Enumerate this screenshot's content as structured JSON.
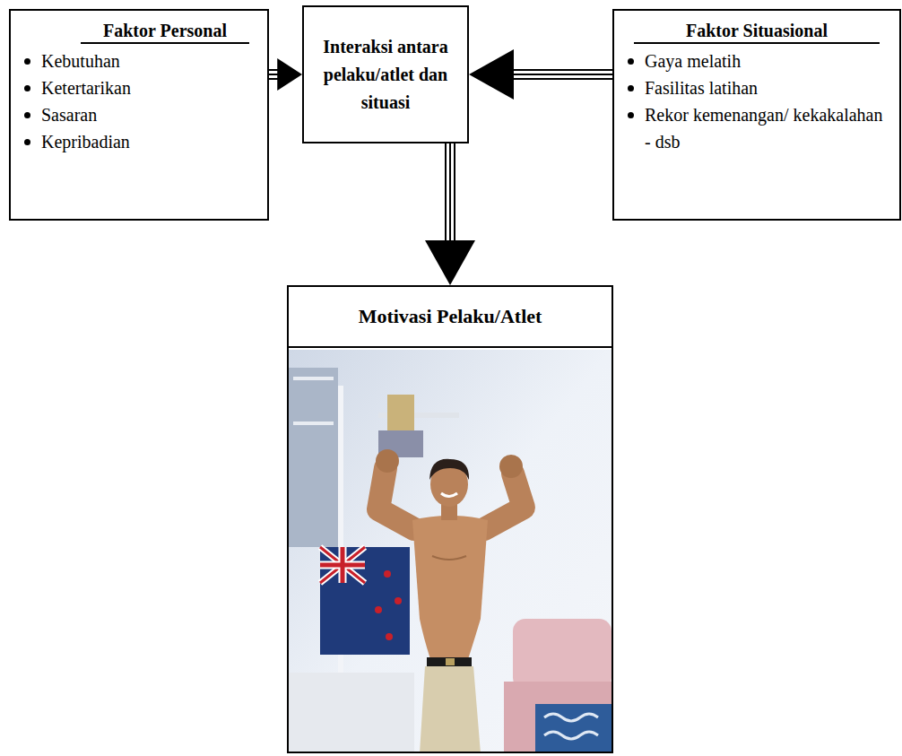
{
  "diagram": {
    "nodes": [
      {
        "text": [
          "Faktor Personal",
          "Kebutuhan",
          "Ketertarikan",
          "Sasaran",
          "Kepribadian"
        ]
      },
      {
        "text": [
          "Interaksi antara pelaku/atlet dan situasi"
        ]
      },
      {
        "text": [
          "Faktor Situasional",
          "Gaya melatih",
          "Fasilitas latihan",
          "Rekor kemenangan/ kekakalahan - dsb"
        ]
      },
      {
        "text": [
          "Motivasi Pelaku/Atlet"
        ]
      }
    ],
    "edges": [
      {
        "from": 0,
        "to": 1,
        "arrow": "to"
      },
      {
        "from": 2,
        "to": 1,
        "arrow": "to"
      },
      {
        "from": 1,
        "to": 3,
        "arrow": "to"
      }
    ]
  }
}
